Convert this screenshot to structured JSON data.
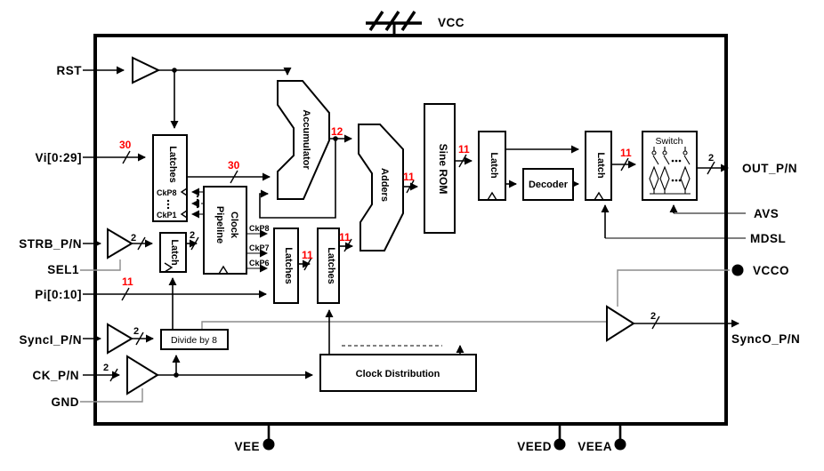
{
  "colors": {
    "bus_width_red": "#ff0000",
    "line_black": "#000000",
    "aux_gray": "#8c8c8c"
  },
  "pins": {
    "vcc": "VCC",
    "rst": "RST",
    "vi": "Vi[0:29]",
    "strb": "STRB_P/N",
    "sel1": "SEL1",
    "pi": "Pi[0:10]",
    "synci": "SyncI_P/N",
    "ck": "CK_P/N",
    "gnd": "GND",
    "out": "OUT_P/N",
    "avs": "AVS",
    "mdsl": "MDSL",
    "vcco": "VCCO",
    "synco": "SyncO_P/N",
    "vee": "VEE",
    "veed": "VEED",
    "veea": "VEEA"
  },
  "blocks": {
    "input_latches": "Latches",
    "strb_latch": "Latch",
    "pipeline_clock_l1": "Pipeline",
    "pipeline_clock_l2": "Clock",
    "accumulator": "Accumulator",
    "adders": "Adders",
    "pipe_latches_a": "Latches",
    "pipe_latches_b": "Latches",
    "divide_by_8": "Divide by 8",
    "clock_distribution": "Clock Distribution",
    "sine_rom": "Sine ROM",
    "latch_a": "Latch",
    "decoder": "Decoder",
    "latch_b": "Latch",
    "switch": "Switch"
  },
  "clocks": {
    "ckp8_in": "CkP8",
    "ckp1_in": "CkP1",
    "ckp8": "CkP8",
    "ckp7": "CkP7",
    "ckp6": "CkP6"
  },
  "buses": {
    "vi": "30",
    "acc_in": "30",
    "acc_out": "12",
    "adder_out": "11",
    "rom_out": "11",
    "dac_in": "11",
    "stage": "11",
    "adder_in": "11",
    "pi": "11",
    "strb_in": "2",
    "strb_out": "2",
    "synci": "2",
    "ck": "2",
    "out": "2",
    "synco": "2"
  }
}
